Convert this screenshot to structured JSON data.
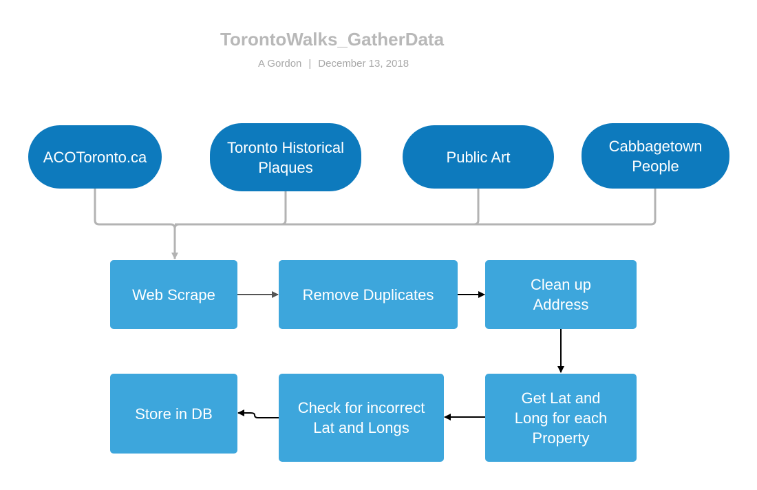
{
  "header": {
    "title": "TorontoWalks_GatherData",
    "author": "A Gordon",
    "separator": "|",
    "date": "December 13, 2018"
  },
  "sources": [
    {
      "id": "aco",
      "label": "ACOToronto.ca"
    },
    {
      "id": "plaques",
      "label": "Toronto Historical\nPlaques"
    },
    {
      "id": "art",
      "label": "Public Art"
    },
    {
      "id": "cabbagetown",
      "label": "Cabbagetown\nPeople"
    }
  ],
  "steps": [
    {
      "id": "scrape",
      "label": "Web Scrape"
    },
    {
      "id": "dedupe",
      "label": "Remove Duplicates"
    },
    {
      "id": "address",
      "label": "Clean up\nAddress"
    },
    {
      "id": "latlong",
      "label": "Get Lat and\nLong for each\nProperty"
    },
    {
      "id": "check",
      "label": "Check for incorrect\nLat and Longs"
    },
    {
      "id": "store",
      "label": "Store in DB"
    }
  ],
  "edges": [
    {
      "from": "aco",
      "to": "scrape"
    },
    {
      "from": "plaques",
      "to": "scrape"
    },
    {
      "from": "art",
      "to": "scrape"
    },
    {
      "from": "cabbagetown",
      "to": "scrape"
    },
    {
      "from": "scrape",
      "to": "dedupe"
    },
    {
      "from": "dedupe",
      "to": "address"
    },
    {
      "from": "address",
      "to": "latlong"
    },
    {
      "from": "latlong",
      "to": "check"
    },
    {
      "from": "check",
      "to": "store"
    }
  ],
  "colors": {
    "source_fill": "#0d7abd",
    "step_fill": "#3da6dc",
    "connector_gray": "#b3b3b3",
    "arrow_dark": "#555555",
    "arrow_black": "#000000"
  }
}
